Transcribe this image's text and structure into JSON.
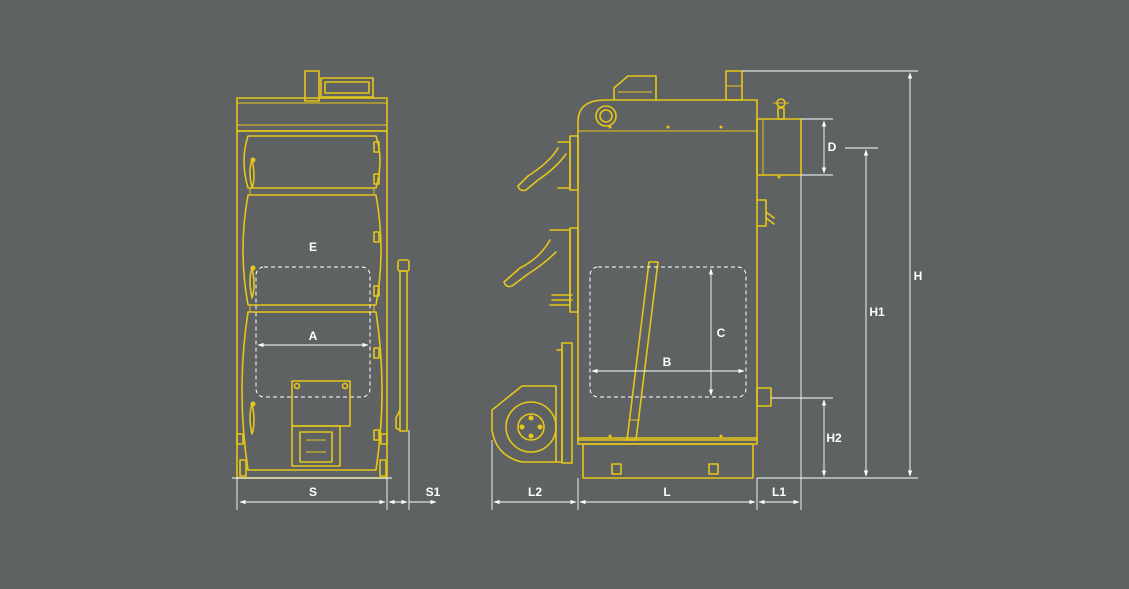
{
  "colors": {
    "background": "#5f6263",
    "outline": "#e6c619",
    "dimension": "#ffffff"
  },
  "front_view": {
    "labels": {
      "E": "E",
      "A": "A",
      "S": "S",
      "S1": "S1"
    }
  },
  "side_view": {
    "labels": {
      "B": "B",
      "C": "C",
      "D": "D",
      "H": "H",
      "H1": "H1",
      "H2": "H2",
      "L": "L",
      "L1": "L1",
      "L2": "L2"
    }
  }
}
